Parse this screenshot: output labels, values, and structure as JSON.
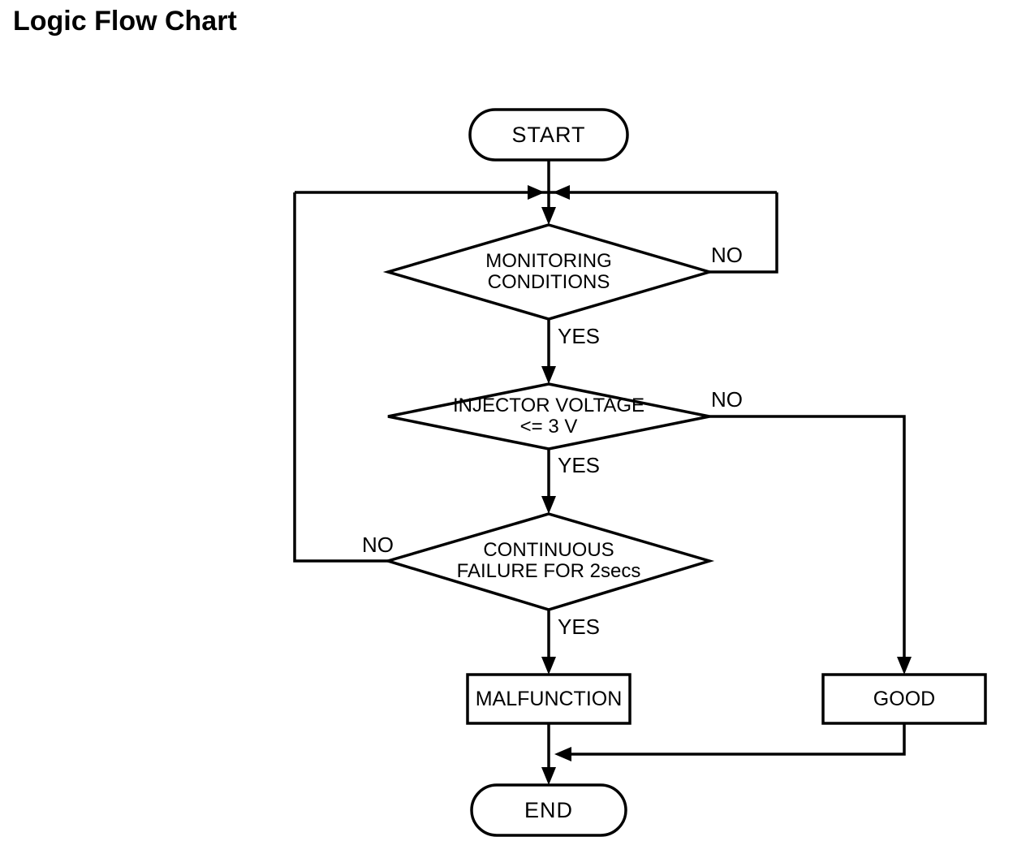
{
  "title": "Logic Flow Chart",
  "colors": {
    "background": "#ffffff",
    "line": "#000000",
    "text": "#000000"
  },
  "flowchart": {
    "nodes": {
      "start": {
        "label": "START",
        "type": "terminal"
      },
      "monitoring": {
        "line1": "MONITORING",
        "line2": "CONDITIONS",
        "type": "decision"
      },
      "injector": {
        "line1": "INJECTOR VOLTAGE",
        "line2": "<= 3 V",
        "type": "decision"
      },
      "continuous": {
        "line1": "CONTINUOUS",
        "line2": "FAILURE FOR 2secs",
        "type": "decision"
      },
      "malfunction": {
        "label": "MALFUNCTION",
        "type": "process"
      },
      "good": {
        "label": "GOOD",
        "type": "process"
      },
      "end": {
        "label": "END",
        "type": "terminal"
      }
    },
    "edges": [
      {
        "from": "start",
        "to": "monitoring",
        "label": ""
      },
      {
        "from": "monitoring",
        "to": "monitoring",
        "label": "NO"
      },
      {
        "from": "monitoring",
        "to": "injector",
        "label": "YES"
      },
      {
        "from": "injector",
        "to": "good",
        "label": "NO"
      },
      {
        "from": "injector",
        "to": "continuous",
        "label": "YES"
      },
      {
        "from": "continuous",
        "to": "monitoring",
        "label": "NO"
      },
      {
        "from": "continuous",
        "to": "malfunction",
        "label": "YES"
      },
      {
        "from": "malfunction",
        "to": "end",
        "label": ""
      },
      {
        "from": "good",
        "to": "end",
        "label": ""
      }
    ]
  }
}
